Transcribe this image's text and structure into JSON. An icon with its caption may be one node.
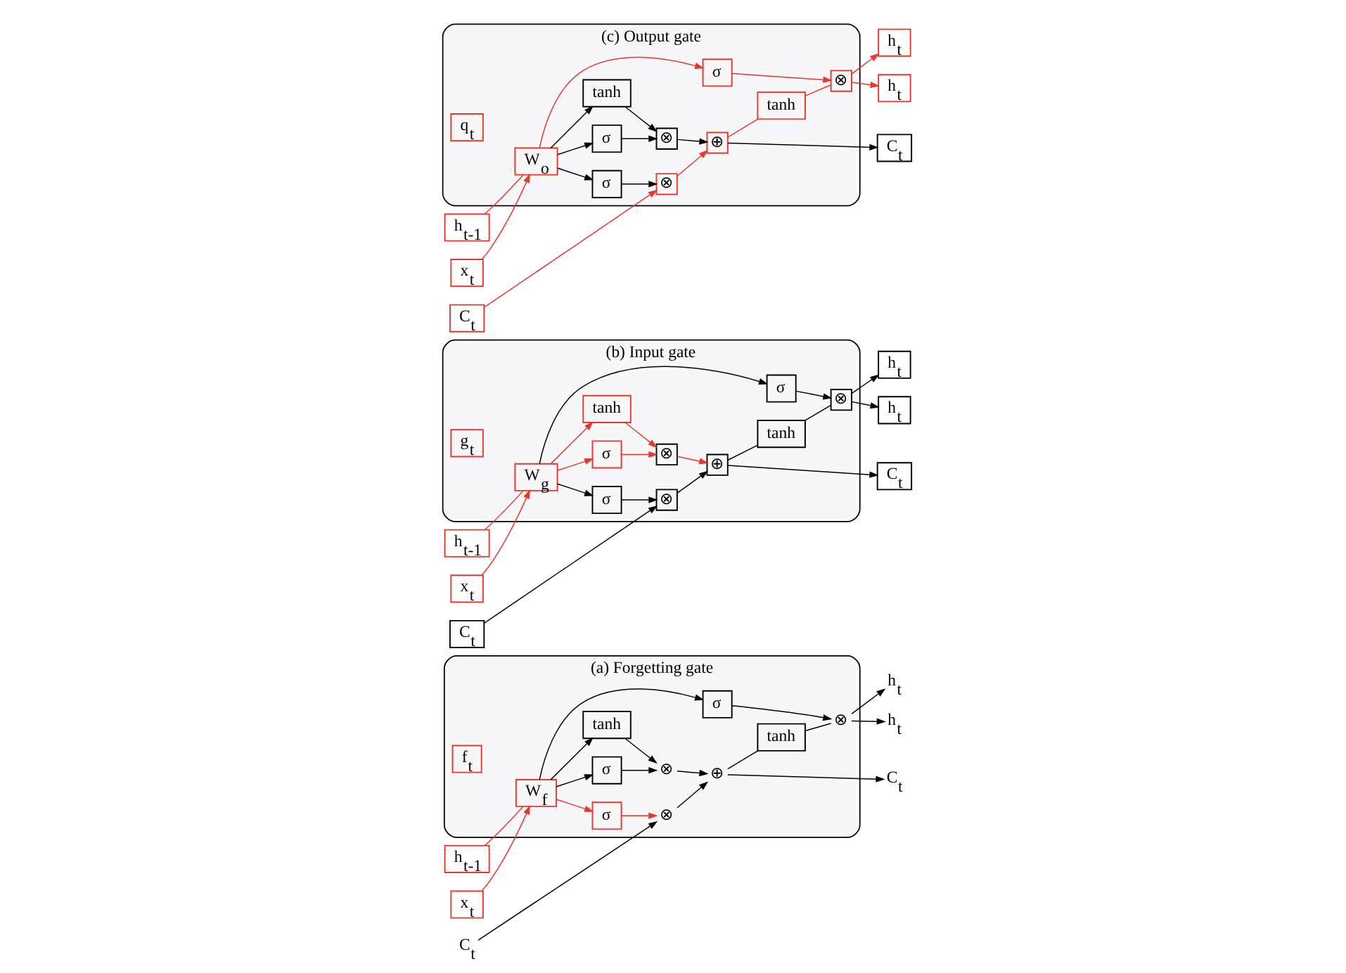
{
  "diagram": {
    "nodes": [
      {
        "text": [
          "(a) Forgetting gate"
        ]
      },
      {
        "text": [
          "C$_{t}$"
        ]
      },
      {
        "text": [
          "⊗"
        ],
        "in": 0
      },
      {
        "text": [
          "⊕"
        ],
        "in": 0
      },
      {
        "text": [
          "⊗"
        ],
        "in": 0
      },
      {
        "text": [
          "tanh"
        ],
        "in": 0
      },
      {
        "text": [
          "⊗"
        ],
        "in": 0
      },
      {
        "text": [
          "f$_{t}$"
        ],
        "in": 0
      },
      {
        "text": [
          "σ"
        ],
        "in": 0
      },
      {
        "text": [
          "σ"
        ],
        "in": 0
      },
      {
        "text": [
          "tanh"
        ],
        "in": 0
      },
      {
        "text": [
          "σ"
        ],
        "in": 0
      },
      {
        "text": [
          "W$_{f}$"
        ],
        "in": 0
      },
      {
        "text": [
          "h$_{t-1}$"
        ]
      },
      {
        "text": [
          "x$_{t}$"
        ]
      },
      {
        "text": [
          "h$_{t}$"
        ]
      },
      {
        "text": [
          "C$_{t}$"
        ]
      },
      {
        "text": [
          "h$_{t}$"
        ]
      },
      {
        "text": [
          "(b) Input gate"
        ]
      },
      {
        "text": [
          "C$_{t}$"
        ]
      },
      {
        "text": [
          "⊗"
        ],
        "in": 18
      },
      {
        "text": [
          "⊕"
        ],
        "in": 18
      },
      {
        "text": [
          "⊗"
        ],
        "in": 18
      },
      {
        "text": [
          "tanh"
        ],
        "in": 18
      },
      {
        "text": [
          "⊗"
        ],
        "in": 18
      },
      {
        "text": [
          "g$_{t}$"
        ],
        "in": 18
      },
      {
        "text": [
          "σ"
        ],
        "in": 18
      },
      {
        "text": [
          "σ"
        ],
        "in": 18
      },
      {
        "text": [
          "tanh"
        ],
        "in": 18
      },
      {
        "text": [
          "σ"
        ],
        "in": 18
      },
      {
        "text": [
          "W$_{g}$"
        ],
        "in": 18
      },
      {
        "text": [
          "h$_{t-1}$"
        ]
      },
      {
        "text": [
          "x$_{t}$"
        ]
      },
      {
        "text": [
          "h$_{t}$"
        ]
      },
      {
        "text": [
          "C$_{t}$"
        ]
      },
      {
        "text": [
          "h$_{t}$"
        ]
      },
      {
        "text": [
          "(c) Output gate"
        ]
      },
      {
        "text": [
          "C$_{t}$"
        ]
      },
      {
        "text": [
          "⊗"
        ],
        "in": 36
      },
      {
        "text": [
          "⊕"
        ],
        "in": 36
      },
      {
        "text": [
          "⊗"
        ],
        "in": 36
      },
      {
        "text": [
          "tanh"
        ],
        "in": 36
      },
      {
        "text": [
          "⊗"
        ],
        "in": 36
      },
      {
        "text": [
          "q$_{t}$"
        ],
        "in": 36
      },
      {
        "text": [
          "σ"
        ],
        "in": 36
      },
      {
        "text": [
          "σ"
        ],
        "in": 36
      },
      {
        "text": [
          "tanh"
        ],
        "in": 36
      },
      {
        "text": [
          "σ"
        ],
        "in": 36
      },
      {
        "text": [
          "W$_{o}$"
        ],
        "in": 36
      },
      {
        "text": [
          "h$_{t-1}$"
        ]
      },
      {
        "text": [
          "x$_{t}$"
        ]
      },
      {
        "text": [
          "h$_{t}$"
        ]
      },
      {
        "text": [
          "C$_{t}$"
        ]
      },
      {
        "text": [
          "h$_{t}$"
        ]
      }
    ],
    "edges": [
      {
        "from": 1,
        "to": 2,
        "arrow": "to"
      },
      {
        "from": 2,
        "to": 3,
        "arrow": "to"
      },
      {
        "from": 3,
        "to": 16,
        "arrow": "to"
      },
      {
        "from": 8,
        "to": 2,
        "arrow": "to",
        "color": "#e8372b"
      },
      {
        "from": 9,
        "to": 4,
        "arrow": "to"
      },
      {
        "from": 10,
        "to": 4,
        "arrow": "to"
      },
      {
        "from": 4,
        "to": 3,
        "arrow": "to"
      },
      {
        "from": 3,
        "to": 5,
        "arrow": "none"
      },
      {
        "from": 5,
        "to": 6,
        "arrow": "none"
      },
      {
        "from": 11,
        "to": 6,
        "arrow": "to"
      },
      {
        "from": 6,
        "to": 17,
        "arrow": "to"
      },
      {
        "from": 6,
        "to": 15,
        "arrow": "to"
      },
      {
        "from": 13,
        "to": 12,
        "arrow": "none",
        "color": "#e8372b"
      },
      {
        "from": 14,
        "to": 12,
        "arrow": "to",
        "color": "#e8372b"
      },
      {
        "from": 12,
        "to": 8,
        "arrow": "to",
        "color": "#e8372b"
      },
      {
        "from": 12,
        "to": 9,
        "arrow": "to"
      },
      {
        "from": 12,
        "to": 10,
        "arrow": "to"
      },
      {
        "from": 12,
        "to": 11,
        "arrow": "to"
      },
      {
        "from": 34,
        "to": 20,
        "arrow": "to"
      },
      {
        "from": 20,
        "to": 21,
        "arrow": "to"
      },
      {
        "from": 21,
        "to": 19,
        "arrow": "to"
      },
      {
        "from": 26,
        "to": 20,
        "arrow": "to"
      },
      {
        "from": 27,
        "to": 22,
        "arrow": "to",
        "color": "#e8372b"
      },
      {
        "from": 28,
        "to": 22,
        "arrow": "to",
        "color": "#e8372b"
      },
      {
        "from": 22,
        "to": 21,
        "arrow": "to",
        "color": "#e8372b"
      },
      {
        "from": 21,
        "to": 23,
        "arrow": "none"
      },
      {
        "from": 23,
        "to": 24,
        "arrow": "none"
      },
      {
        "from": 29,
        "to": 24,
        "arrow": "to"
      },
      {
        "from": 24,
        "to": 35,
        "arrow": "to"
      },
      {
        "from": 24,
        "to": 33,
        "arrow": "to"
      },
      {
        "from": 31,
        "to": 30,
        "arrow": "none",
        "color": "#e8372b"
      },
      {
        "from": 32,
        "to": 30,
        "arrow": "to",
        "color": "#e8372b"
      },
      {
        "from": 30,
        "to": 26,
        "arrow": "to"
      },
      {
        "from": 30,
        "to": 27,
        "arrow": "to",
        "color": "#e8372b"
      },
      {
        "from": 30,
        "to": 28,
        "arrow": "to",
        "color": "#e8372b"
      },
      {
        "from": 30,
        "to": 29,
        "arrow": "to"
      },
      {
        "from": 52,
        "to": 38,
        "arrow": "to",
        "color": "#e8372b"
      },
      {
        "from": 38,
        "to": 39,
        "arrow": "to",
        "color": "#e8372b"
      },
      {
        "from": 39,
        "to": 37,
        "arrow": "to"
      },
      {
        "from": 44,
        "to": 38,
        "arrow": "to"
      },
      {
        "from": 45,
        "to": 40,
        "arrow": "to"
      },
      {
        "from": 46,
        "to": 40,
        "arrow": "to"
      },
      {
        "from": 40,
        "to": 39,
        "arrow": "to"
      },
      {
        "from": 39,
        "to": 41,
        "arrow": "none",
        "color": "#e8372b"
      },
      {
        "from": 41,
        "to": 42,
        "arrow": "none",
        "color": "#e8372b"
      },
      {
        "from": 47,
        "to": 42,
        "arrow": "to",
        "color": "#e8372b"
      },
      {
        "from": 42,
        "to": 53,
        "arrow": "to",
        "color": "#e8372b"
      },
      {
        "from": 42,
        "to": 51,
        "arrow": "to",
        "color": "#e8372b"
      },
      {
        "from": 49,
        "to": 48,
        "arrow": "none",
        "color": "#e8372b"
      },
      {
        "from": 50,
        "to": 48,
        "arrow": "to",
        "color": "#e8372b"
      },
      {
        "from": 48,
        "to": 44,
        "arrow": "to"
      },
      {
        "from": 48,
        "to": 45,
        "arrow": "to"
      },
      {
        "from": 48,
        "to": 46,
        "arrow": "to"
      },
      {
        "from": 48,
        "to": 47,
        "arrow": "to",
        "color": "#e8372b"
      }
    ]
  }
}
